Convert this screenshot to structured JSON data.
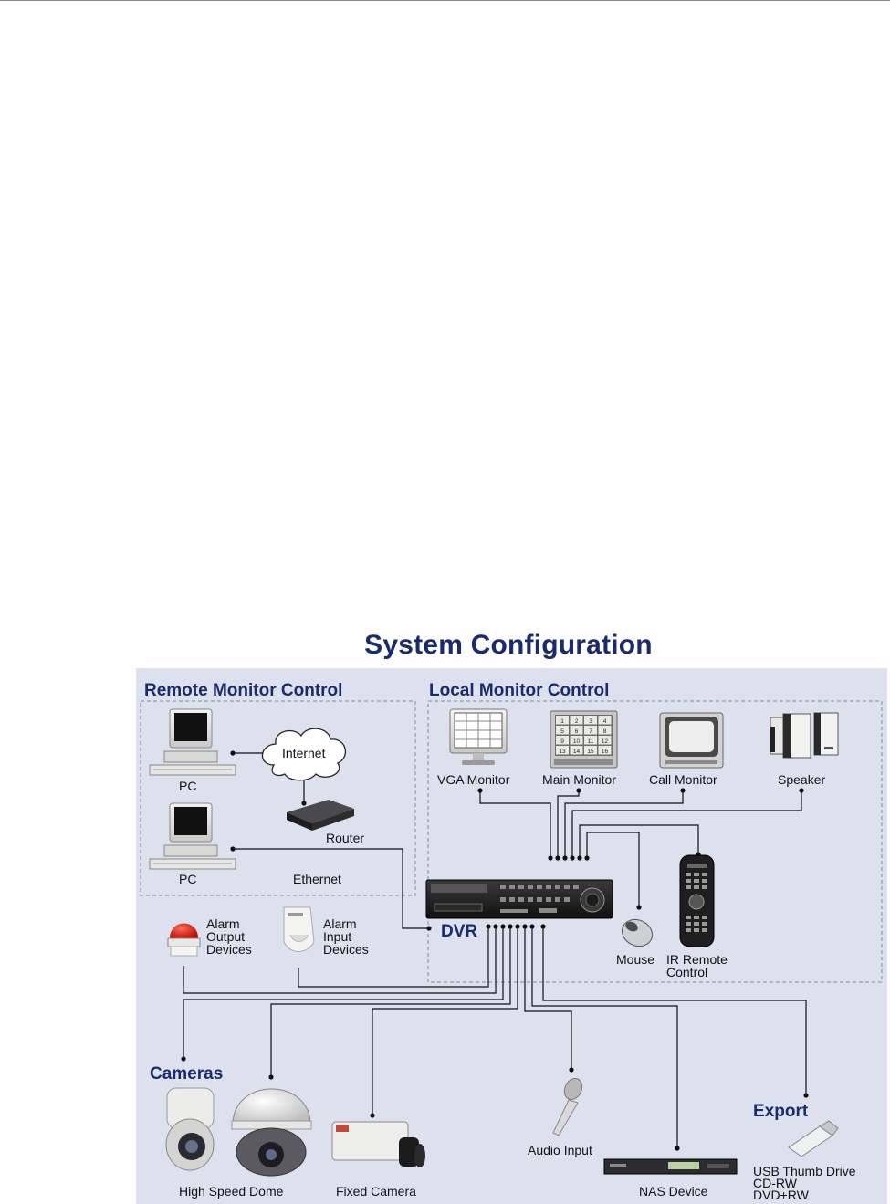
{
  "title": "System Configuration",
  "sections": {
    "remote": "Remote Monitor Control",
    "local": "Local Monitor Control",
    "cameras": "Cameras",
    "export": "Export"
  },
  "labels": {
    "pc1": "PC",
    "pc2": "PC",
    "internet": "Internet",
    "router": "Router",
    "ethernet": "Ethernet",
    "vga_monitor": "VGA Monitor",
    "main_monitor": "Main Monitor",
    "call_monitor": "Call Monitor",
    "speaker": "Speaker",
    "mouse": "Mouse",
    "ir_remote": [
      "IR Remote",
      "Control"
    ],
    "dvr": "DVR",
    "alarm_output": [
      "Alarm",
      "Output",
      "Devices"
    ],
    "alarm_input": [
      "Alarm",
      "Input",
      "Devices"
    ],
    "high_speed_dome": "High Speed Dome",
    "fixed_camera": "Fixed Camera",
    "audio_input": "Audio Input",
    "nas_device": "NAS Device",
    "export_media": [
      "USB Thumb Drive",
      "CD-RW",
      "DVD+RW"
    ]
  },
  "main_monitor_grid": [
    "1",
    "2",
    "3",
    "4",
    "5",
    "6",
    "7",
    "8",
    "9",
    "10",
    "11",
    "12",
    "13",
    "14",
    "15",
    "16"
  ],
  "colors": {
    "panel_bg": "#dde1ee",
    "section_text": "#1a2a6e",
    "line": "#111111"
  }
}
